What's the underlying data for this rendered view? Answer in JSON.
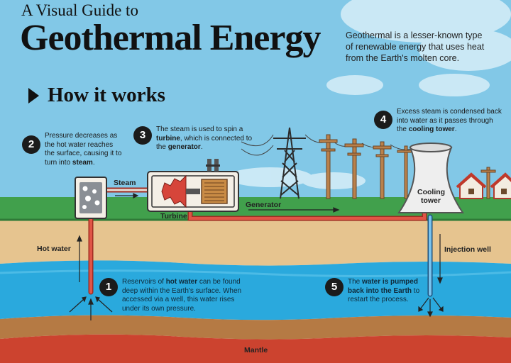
{
  "header": {
    "kicker": "A Visual Guide to",
    "title": "Geothermal Energy",
    "intro": "Geothermal is a lesser-known type of renewable energy that uses heat from the Earth's molten core."
  },
  "section": {
    "title": "How it works"
  },
  "steps": [
    {
      "number": "1",
      "parts": [
        "Reservoirs of ",
        "hot water",
        " can be found deep within the Earth's surface. When accessed via a well, this water rises under its own pressure."
      ]
    },
    {
      "number": "2",
      "parts": [
        "Pressure decreases as the hot water reaches the surface, causing it to turn into ",
        "steam",
        "."
      ]
    },
    {
      "number": "3",
      "parts": [
        "The steam is used to spin a ",
        "turbine",
        ", which is connected to the ",
        "generator",
        "."
      ]
    },
    {
      "number": "4",
      "parts": [
        "Excess steam is condensed back into water as it passes through the ",
        "cooling tower",
        "."
      ]
    },
    {
      "number": "5",
      "parts": [
        "The ",
        "water is pumped back into the Earth",
        " to restart the process."
      ]
    }
  ],
  "labels": {
    "steam": "Steam",
    "turbine": "Turbine",
    "generator": "Generator",
    "cooling_tower_1": "Cooling",
    "cooling_tower_2": "tower",
    "hot_water": "Hot water",
    "injection_well": "Injection well",
    "mantle": "Mantle"
  },
  "colors": {
    "sky": "#7fc6e6",
    "grass": "#3f9a4a",
    "soil": "#e3c28d",
    "water": "#29a8dd",
    "rock": "#b9773f",
    "mantle": "#c9412f",
    "pipe": "#d6453a"
  }
}
